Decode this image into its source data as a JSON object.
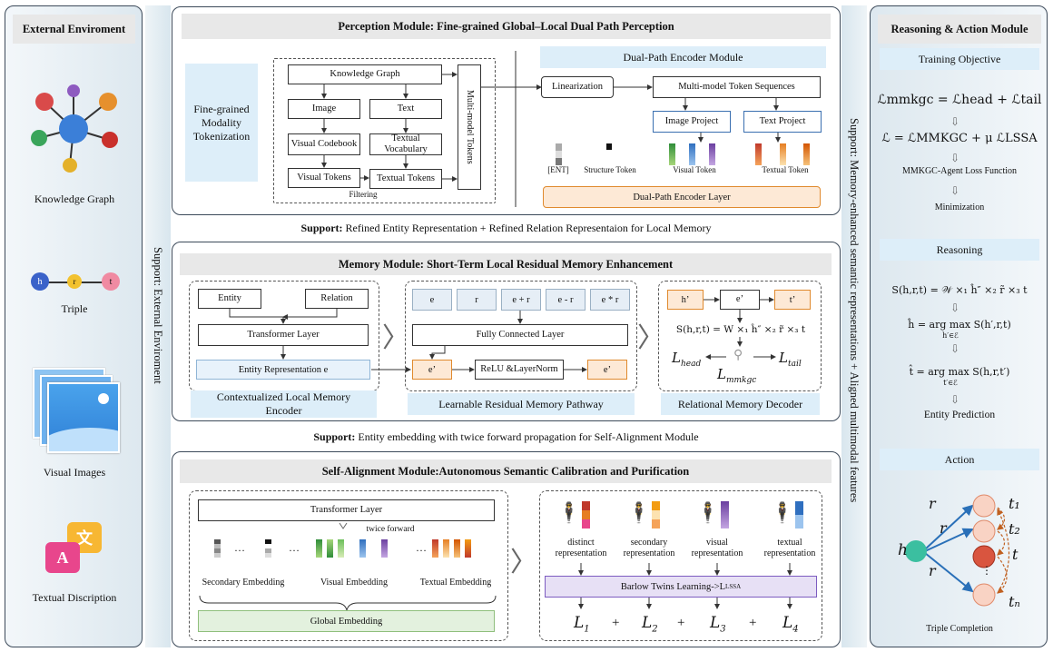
{
  "left": {
    "title": "External Enviroment",
    "items": [
      "Knowledge Graph",
      "Triple",
      "Visual Images",
      "Textual Discription"
    ],
    "triple_nodes": [
      "h",
      "r",
      "t"
    ],
    "text_icon_glyphs": [
      "文",
      "A"
    ]
  },
  "support_left": "Support: External Enviroment",
  "support_right": "Support: Memory-enhanced semantic representations + Aligned multimodal features",
  "perception": {
    "title": "Perception Module: Fine-grained Global–Local Dual Path Perception",
    "tokenization": "Fine-grained Modality Tokenization",
    "kg": "Knowledge Graph",
    "image": "Image",
    "text": "Text",
    "visual_codebook": "Visual Codebook",
    "textual_vocabulary": "Textual Vocabulary",
    "visual_tokens": "Visual Tokens",
    "textual_tokens": "Textual Tokens",
    "filtering": "Filtering",
    "multi_tokens": "Multi-model Tokens",
    "dual_title": "Dual-Path Encoder Module",
    "linearization": "Linearization",
    "sequences": "Multi-model Token Sequences",
    "image_project": "Image Project",
    "text_project": "Text Project",
    "ent": "[ENT]",
    "structure_token": "Structure Token",
    "visual_token": "Visual Token",
    "textual_token": "Textual Token",
    "encoder_layer": "Dual-Path Encoder Layer"
  },
  "support1": {
    "bold": "Support:",
    "text": "Refined Entity Representation + Refined Relation Representaion for Local Memory"
  },
  "memory": {
    "title": "Memory Module: Short-Term Local Residual Memory Enhancement",
    "entity": "Entity",
    "relation": "Relation",
    "transformer": "Transformer Layer",
    "entity_rep": "Entity Representation e",
    "ctx_label": "Contextualized Local Memory Encoder",
    "ops": [
      "e",
      "r",
      "e + r",
      "e - r",
      "e * r"
    ],
    "fc": "Fully Connected Layer",
    "eprime": "e’",
    "relu": "ReLU &LayerNorm",
    "path_label": "Learnable Residual Memory Pathway",
    "hprime": "h’",
    "tprime": "t’",
    "score": "S(h,r,t) = W ×₁ ĥ″ ×₂ r̃ ×₃ t",
    "lhead": "L",
    "lhead_sub": "head",
    "ltail": "L",
    "ltail_sub": "tail",
    "lmmkgc": "L",
    "lmmkgc_sub": "mmkgc",
    "decoder_label": "Relational Memory Decoder"
  },
  "support2": {
    "bold": "Support:",
    "text": "Entity embedding with twice forward propagation for Self-Alignment Module"
  },
  "align": {
    "title": "Self-Alignment Module:Autonomous Semantic Calibration and Purification",
    "transformer": "Transformer Layer",
    "twice": "twice forward",
    "ellipsis": "…",
    "secondary": "Secondary Embedding",
    "visual": "Visual Embedding",
    "textual": "Textual Embedding",
    "global": "Global Embedding",
    "reps": [
      "distinct representation",
      "secondary representation",
      "visual representation",
      "textual representation"
    ],
    "barlow": "Barlow Twins Learning->L",
    "barlow_sub": "LSSA",
    "losses": [
      "L",
      "L",
      "L",
      "L"
    ],
    "loss_subs": [
      "1",
      "2",
      "3",
      "4"
    ],
    "plus": "+"
  },
  "right": {
    "title": "Reasoning & Action Module",
    "training_title": "Training Objective",
    "eq1": "ℒmmkgc = ℒhead + ℒtail",
    "eq2": "ℒ = ℒMMKGC + μ ℒLSSA",
    "agent_loss": "MMKGC-Agent Loss Function",
    "minimization": "Minimization",
    "reasoning_title": "Reasoning",
    "eq3": "S(h,r,t) = 𝒲 ×₁ ĥ″ ×₂ r̃ ×₃ t",
    "eq4": "ĥ = arg max S(h′,r,t)",
    "eq4_sub": "h′∈ℰ",
    "eq5": "t̂ = arg max S(h,r,t′)",
    "eq5_sub": "t′∈ℰ",
    "entity_prediction": "Entity Prediction",
    "action_title": "Action",
    "graph_h": "h",
    "graph_r": "r",
    "graph_t": [
      "t₁",
      "t₂",
      "t",
      "tₙ"
    ],
    "dots": "⋮",
    "triple_completion": "Triple Completion"
  },
  "colors": {
    "panel_border": "#3c4a5a",
    "light_blue": "#ddeef9",
    "orange_fill": "#fde9d6",
    "green_fill": "#e3f1de",
    "purple_fill": "#e7e0f5"
  }
}
